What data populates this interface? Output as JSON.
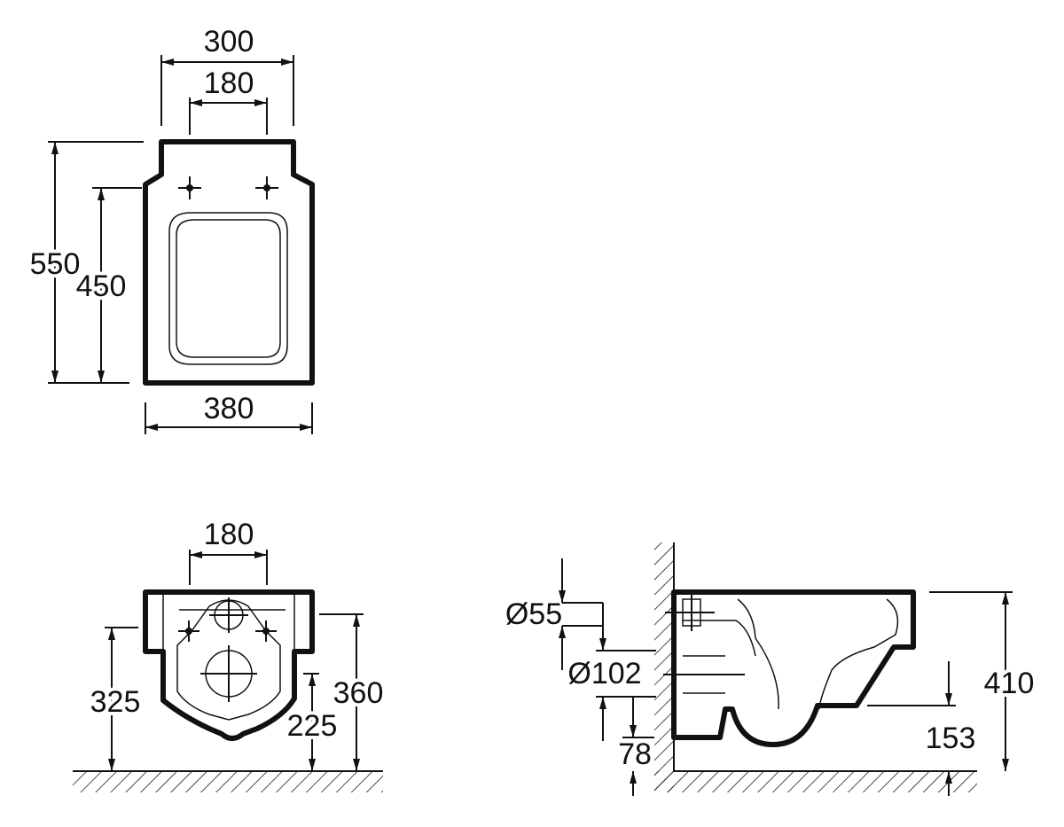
{
  "top_view": {
    "width_top": "300",
    "hole_spacing": "180",
    "total_length": "550",
    "bowl_length": "450",
    "width": "380"
  },
  "back_view": {
    "hole_spacing": "180",
    "height_left": "325",
    "inlet_height": "225",
    "height_right": "360"
  },
  "side_view": {
    "diameter_small": "Ø55",
    "diameter_large": "Ø102",
    "outlet_height": "78",
    "drain_height": "153",
    "total_height": "410"
  }
}
